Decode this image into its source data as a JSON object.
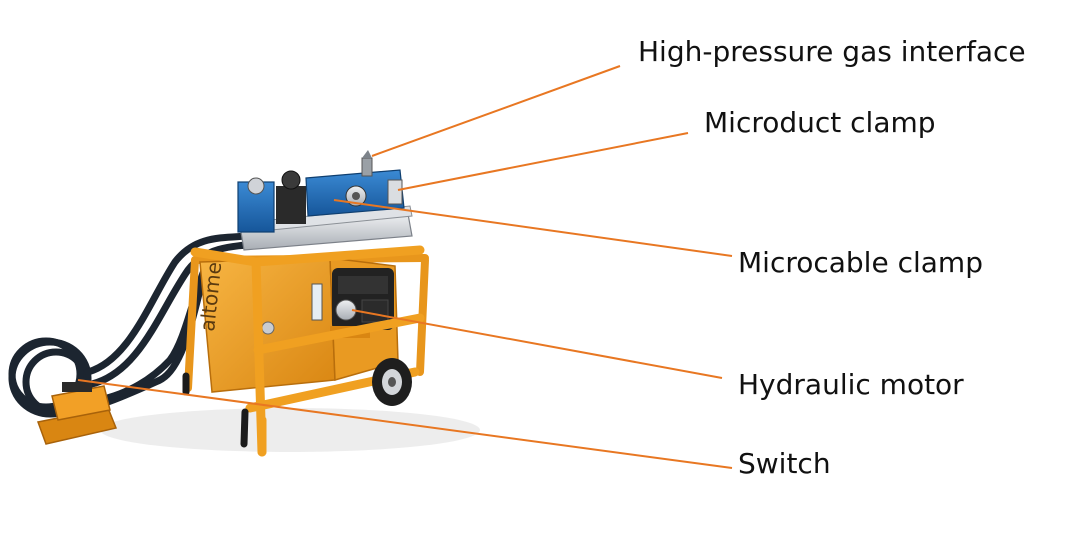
{
  "labels": {
    "gas_interface": "High-pressure gas interface",
    "microduct_clamp": "Microduct clamp",
    "microcable_clamp": "Microcable clamp",
    "hydraulic_motor": "Hydraulic motor",
    "switch": "Switch"
  },
  "brand_text": "altome",
  "colors": {
    "leader_line": "#e87722",
    "machine_body": "#f2a026",
    "machine_body_dark": "#c97a12",
    "clamp_blue": "#1f6fb8",
    "hose": "#1c2530",
    "engine": "#222222",
    "metal": "#c9ccd1",
    "text": "#111111"
  },
  "icons": [
    "hose-coil",
    "pedal-switch",
    "wheel",
    "pressure-gauge",
    "engine-block"
  ]
}
